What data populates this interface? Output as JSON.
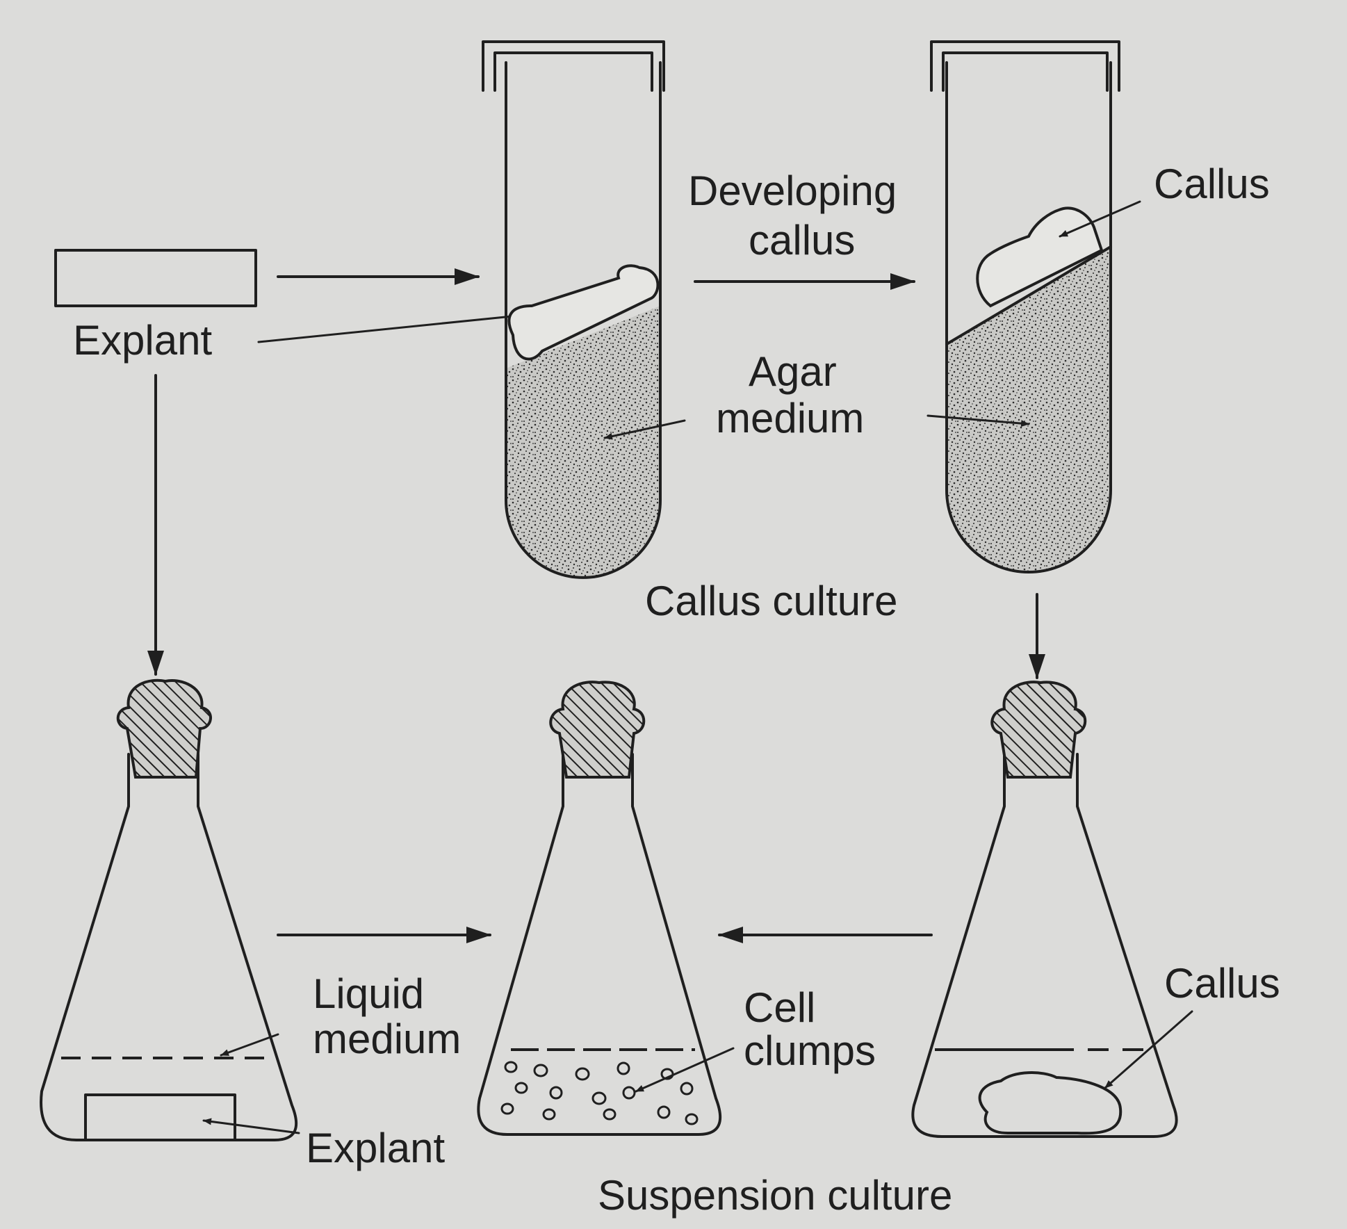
{
  "labels": {
    "explant_top": "Explant",
    "developing_callus_1": "Developing",
    "developing_callus_2": "callus",
    "callus_top": "Callus",
    "agar_medium_1": "Agar",
    "agar_medium_2": "medium",
    "callus_culture": "Callus culture",
    "liquid_medium_1": "Liquid",
    "liquid_medium_2": "medium",
    "explant_bottom": "Explant",
    "cell_clumps_1": "Cell",
    "cell_clumps_2": "clumps",
    "callus_bottom": "Callus",
    "suspension_culture": "Suspension culture"
  },
  "colors": {
    "background": "#dcdcda",
    "ink": "#1f1f1f",
    "agar_fill": "#b9b9b6"
  }
}
